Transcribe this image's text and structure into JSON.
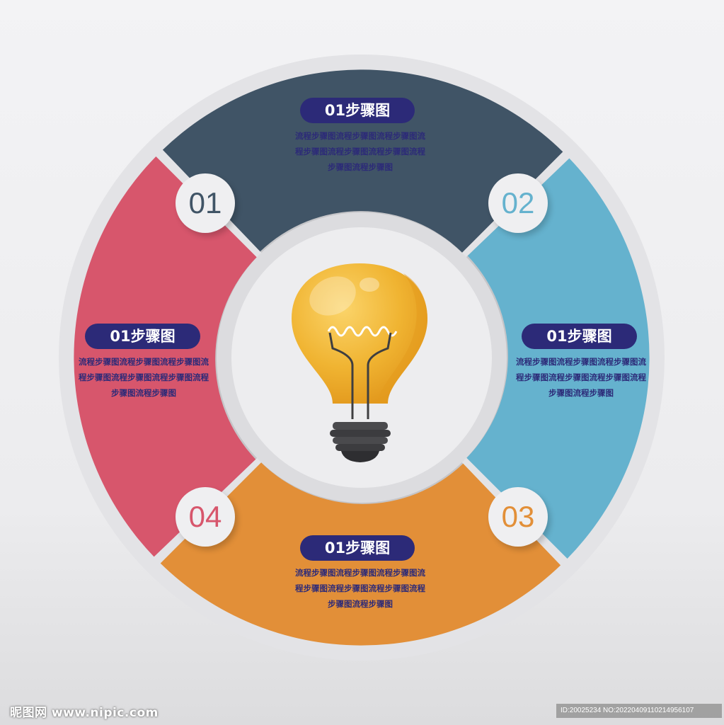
{
  "colors": {
    "segment_01": "#405466",
    "segment_02": "#65b2ce",
    "segment_03": "#e28f38",
    "segment_04": "#d7566c",
    "pill_bg": "#2c2a78",
    "desc_text": "#2c2a78"
  },
  "steps": [
    {
      "number": "01",
      "title": "01步骤图",
      "text": "流程步骤图流程步骤图流程步骤图流程步骤图流程步骤图流程步骤图流程步骤图流程步骤图"
    },
    {
      "number": "02",
      "title": "01步骤图",
      "text": "流程步骤图流程步骤图流程步骤图流程步骤图流程步骤图流程步骤图流程步骤图流程步骤图"
    },
    {
      "number": "03",
      "title": "01步骤图",
      "text": "流程步骤图流程步骤图流程步骤图流程步骤图流程步骤图流程步骤图流程步骤图流程步骤图"
    },
    {
      "number": "04",
      "title": "01步骤图",
      "text": "流程步骤图流程步骤图流程步骤图流程步骤图流程步骤图流程步骤图流程步骤图流程步骤图"
    }
  ],
  "center_icon": "light-bulb-icon",
  "watermark": {
    "left": "昵图网 www.nipic.com",
    "right": "ID:20025234 NO:20220409110214956107"
  }
}
